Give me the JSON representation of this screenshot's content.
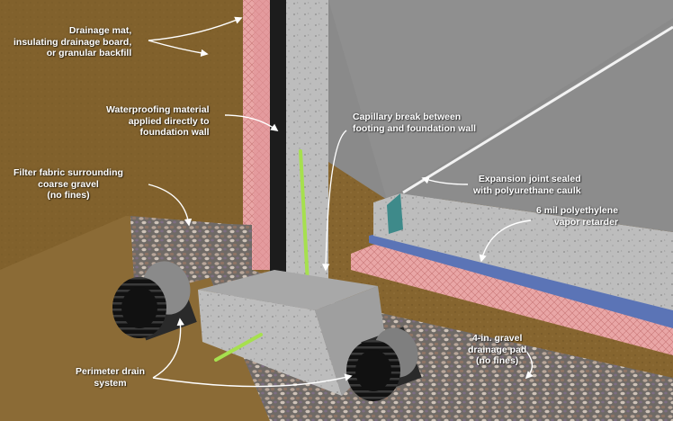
{
  "labels": {
    "drainage_mat": [
      "Drainage mat,",
      "insulating drainage board,",
      "or granular backfill"
    ],
    "waterproofing": [
      "Waterproofing material",
      "applied directly to",
      "foundation wall"
    ],
    "capillary_break": [
      "Capillary break between",
      "footing and foundation wall"
    ],
    "filter_fabric": [
      "Filter fabric surrounding",
      "coarse gravel",
      "(no fines)"
    ],
    "expansion_joint": [
      "Expansion joint sealed",
      "with polyurethane caulk"
    ],
    "vapor_retarder": [
      "6 mil polyethylene",
      "vapor retarder"
    ],
    "gravel_pad": [
      "4-in. gravel",
      "drainage pad",
      "(no fines)"
    ],
    "perimeter_drain": [
      "Perimeter drain",
      "system"
    ]
  },
  "colors": {
    "soil": "#8a6a38",
    "concrete": "#b9b9b9",
    "slab_top": "#8f8f8f",
    "insulation": "#e8a3a3",
    "membrane": "#5f78b8",
    "waterproofing": "#1e1e1e",
    "rebar": "#9bd84a",
    "pipe": "#1a1a1a"
  }
}
